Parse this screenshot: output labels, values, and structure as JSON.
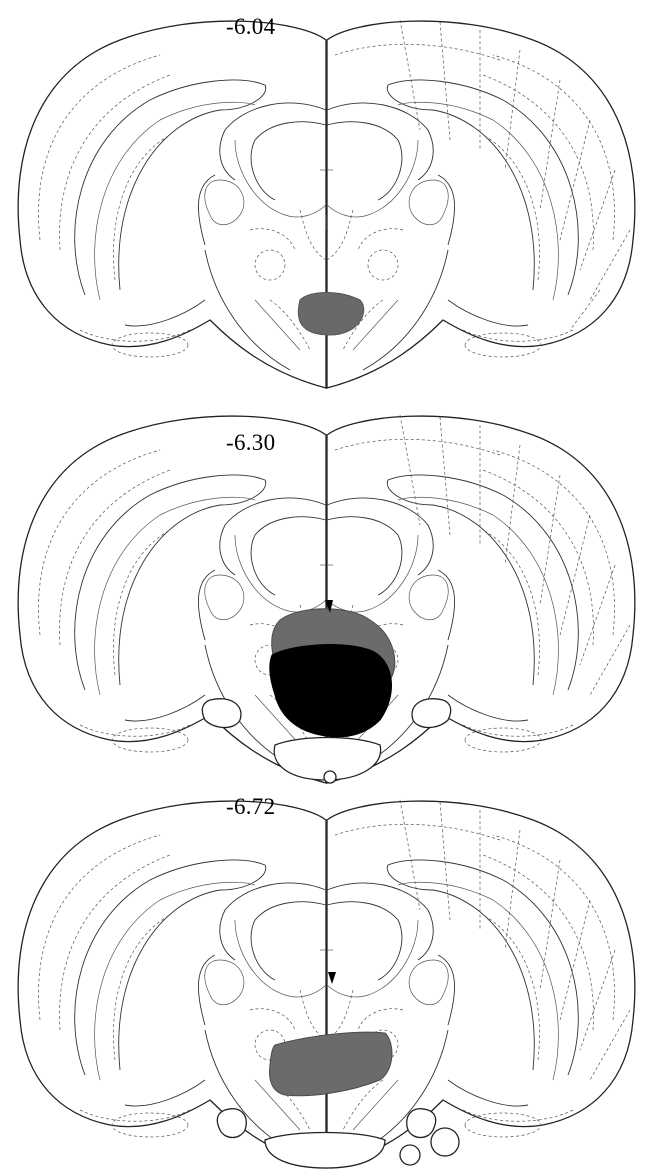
{
  "sections": [
    {
      "coordinate": "-6.04"
    },
    {
      "coordinate": "-6.30"
    },
    {
      "coordinate": "-6.72"
    }
  ],
  "colors": {
    "outline": "#222222",
    "lesion_partial": "#696969",
    "lesion_full": "#000000",
    "background": "#ffffff"
  }
}
